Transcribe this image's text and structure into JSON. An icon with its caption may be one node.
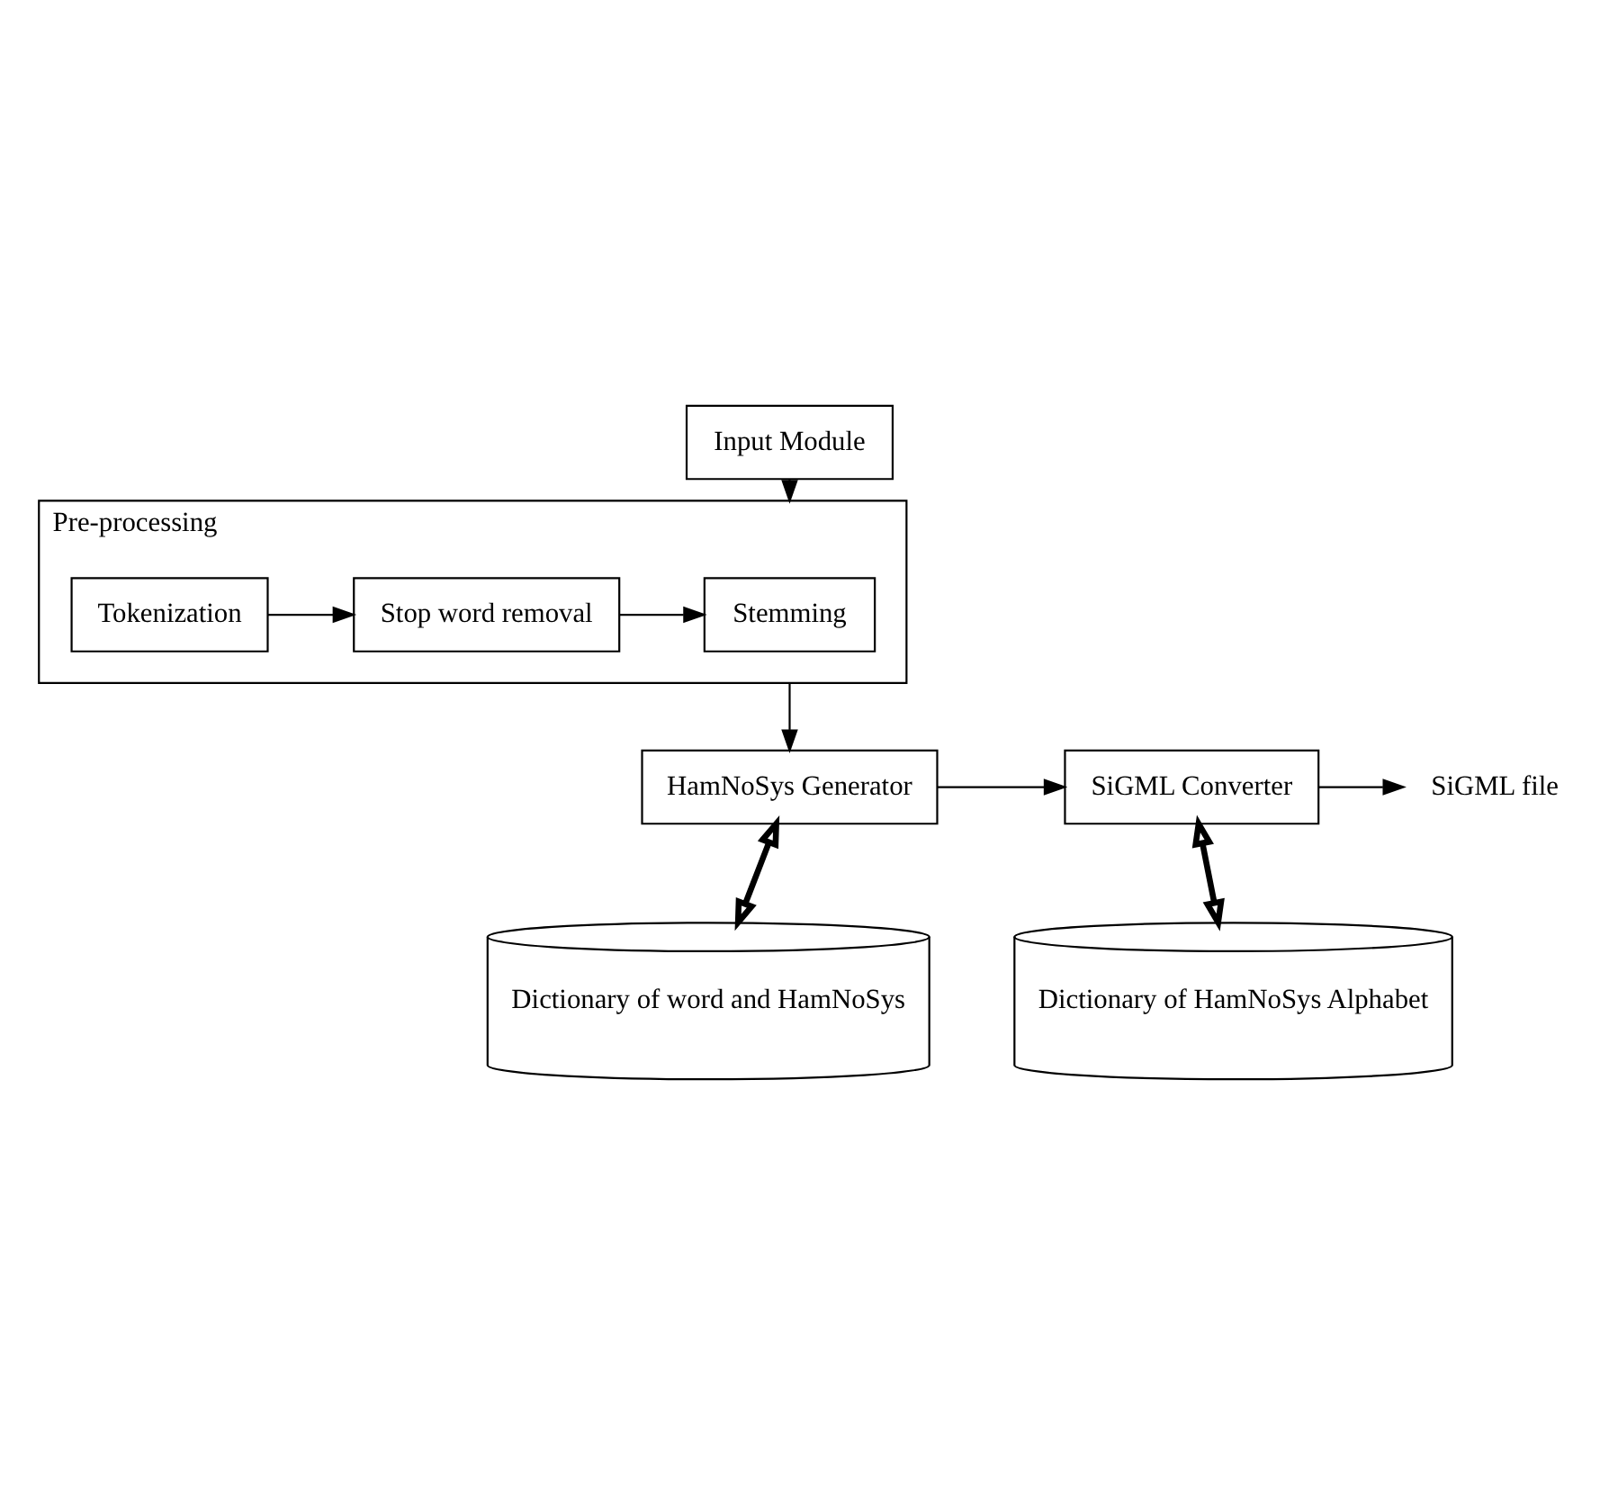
{
  "diagram": {
    "nodes": [
      {
        "text": [
          "Input Module"
        ]
      },
      {
        "text": [
          "Pre-processing"
        ]
      },
      {
        "text": [
          "Tokenization"
        ],
        "in": 1
      },
      {
        "text": [
          "Stop word removal"
        ],
        "in": 1
      },
      {
        "text": [
          "Stemming"
        ],
        "in": 1
      },
      {
        "text": [
          "HamNoSys Generator"
        ]
      },
      {
        "text": [
          "SiGML Converter"
        ]
      },
      {
        "text": [
          "SiGML file"
        ]
      },
      {
        "text": [
          "Dictionary of HamNoSys Alphabet"
        ]
      },
      {
        "text": [
          "Dictionary of word and HamNoSys"
        ]
      }
    ],
    "edges": [
      {
        "from": 0,
        "to": 1,
        "arrow": "to"
      },
      {
        "from": 2,
        "to": 3,
        "arrow": "to"
      },
      {
        "from": 3,
        "to": 4,
        "arrow": "to"
      },
      {
        "from": 1,
        "to": 5,
        "arrow": "to"
      },
      {
        "from": 5,
        "to": 6,
        "arrow": "to"
      },
      {
        "from": 6,
        "to": 7,
        "arrow": "to"
      },
      {
        "from": 6,
        "to": 8,
        "arrow": "both",
        "style": "thick"
      },
      {
        "from": 5,
        "to": 9,
        "arrow": "both",
        "style": "thick"
      }
    ]
  }
}
